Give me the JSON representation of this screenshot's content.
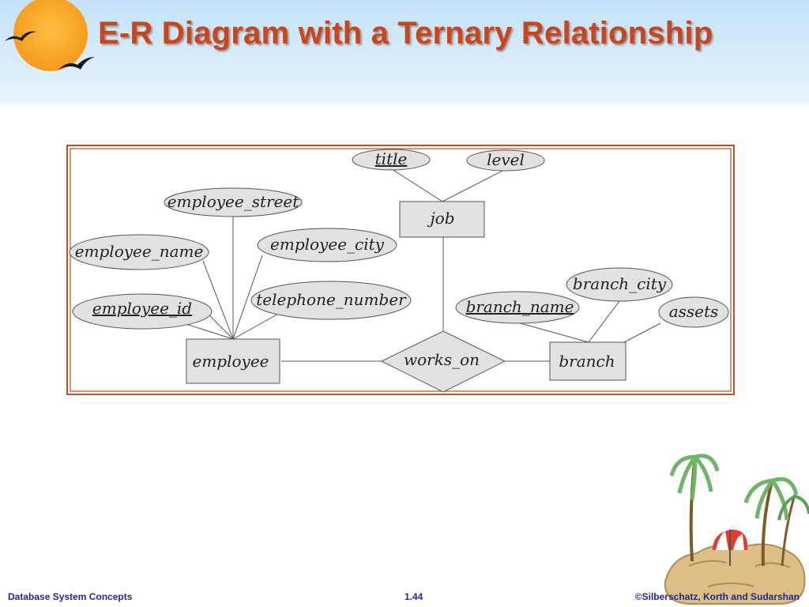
{
  "slide": {
    "title": "E-R Diagram with a Ternary Relationship"
  },
  "diagram": {
    "entities": {
      "job": "job",
      "employee": "employee",
      "branch": "branch"
    },
    "relationship": "works_on",
    "attributes": {
      "title": "title",
      "level": "level",
      "employee_street": "employee_street",
      "employee_city": "employee_city",
      "employee_name": "employee_name",
      "telephone_number": "telephone_number",
      "employee_id": "employee_id",
      "branch_city": "branch_city",
      "branch_name": "branch_name",
      "assets": "assets"
    },
    "primary_keys": [
      "title",
      "employee_id",
      "branch_name"
    ]
  },
  "footer": {
    "left": "Database System Concepts",
    "center": "1.44",
    "right": "©Silberschatz, Korth and Sudarshan"
  },
  "colors": {
    "title": "#c8461e",
    "footer": "#1f2a8c",
    "frame": "#c24e24",
    "shape_fill": "#e2e2e2",
    "shape_stroke": "#555555"
  }
}
